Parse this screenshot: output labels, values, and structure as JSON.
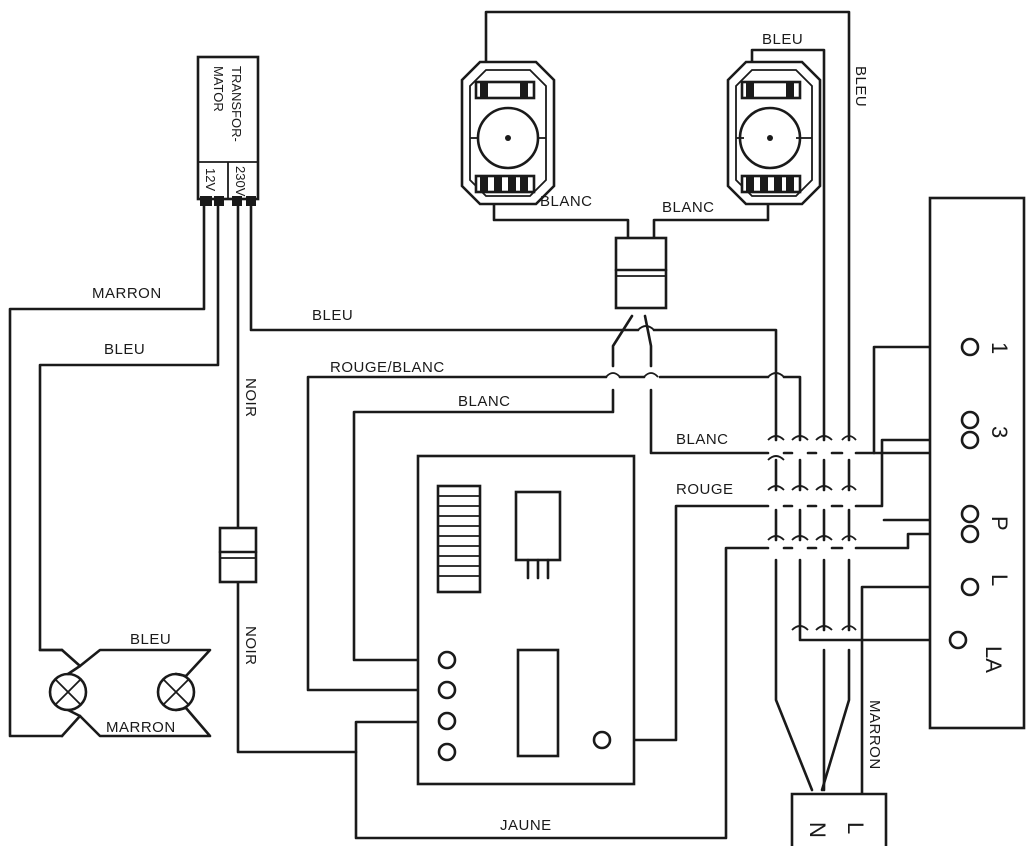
{
  "transformer": {
    "label_line1": "TRANSFOR-",
    "label_line2": "MATOR",
    "v_primary": "230V",
    "v_secondary": "12V"
  },
  "wires": {
    "marron_left": "MARRON",
    "bleu_left": "BLEU",
    "bleu_mid": "BLEU",
    "noir_top": "NOIR",
    "noir_bottom": "NOIR",
    "rouge_blanc": "ROUGE/BLANC",
    "blanc_1": "BLANC",
    "blanc_2": "BLANC",
    "rouge": "ROUGE",
    "jaune": "JAUNE",
    "bleu_lamps": "BLEU",
    "marron_lamps": "MARRON",
    "blanc_motor_left": "BLANC",
    "blanc_motor_right": "BLANC",
    "bleu_motor_top": "BLEU",
    "bleu_right_vertical": "BLEU",
    "marron_right": "MARRON"
  },
  "terminal_block": {
    "terminals": [
      "1",
      "3",
      "P",
      "L",
      "LA"
    ]
  },
  "supply": {
    "l": "L",
    "n": "N"
  },
  "colors": {
    "ink": "#1a1a1a",
    "paper": "#ffffff"
  }
}
